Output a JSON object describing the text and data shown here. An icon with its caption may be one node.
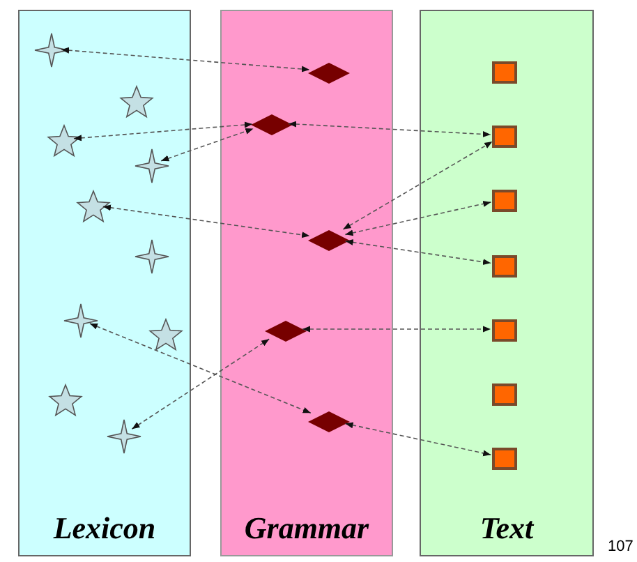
{
  "diagram": {
    "nodes": [
      {
        "text": [
          "Lexicon"
        ]
      },
      {
        "text": [
          "Grammar"
        ]
      },
      {
        "text": [
          "Text"
        ]
      },
      {
        "text": [],
        "shape": "star",
        "in": 0
      },
      {
        "text": [],
        "shape": "star",
        "in": 0
      },
      {
        "text": [],
        "shape": "star",
        "in": 0
      },
      {
        "text": [],
        "shape": "star",
        "in": 0
      },
      {
        "text": [],
        "shape": "star",
        "in": 0
      },
      {
        "text": [],
        "shape": "star",
        "in": 0
      },
      {
        "text": [],
        "shape": "star",
        "in": 0
      },
      {
        "text": [],
        "shape": "star",
        "in": 0
      },
      {
        "text": [],
        "shape": "star",
        "in": 0
      },
      {
        "text": [],
        "shape": "star",
        "in": 0
      },
      {
        "text": [],
        "shape": "diamond",
        "in": 1
      },
      {
        "text": [],
        "shape": "diamond",
        "in": 1
      },
      {
        "text": [],
        "shape": "diamond",
        "in": 1
      },
      {
        "text": [],
        "shape": "diamond",
        "in": 1
      },
      {
        "text": [],
        "shape": "diamond",
        "in": 1
      },
      {
        "text": [],
        "shape": "box",
        "in": 2
      },
      {
        "text": [],
        "shape": "box",
        "in": 2
      },
      {
        "text": [],
        "shape": "box",
        "in": 2
      },
      {
        "text": [],
        "shape": "box",
        "in": 2
      },
      {
        "text": [],
        "shape": "box",
        "in": 2
      },
      {
        "text": [],
        "shape": "box",
        "in": 2
      },
      {
        "text": [],
        "shape": "box",
        "in": 2
      }
    ],
    "edges": [
      {
        "from": 3,
        "to": 13,
        "arrow": "both",
        "style": "dashed"
      },
      {
        "from": 5,
        "to": 14,
        "arrow": "both",
        "style": "dashed"
      },
      {
        "from": 6,
        "to": 14,
        "arrow": "both",
        "style": "dashed"
      },
      {
        "from": 14,
        "to": 19,
        "arrow": "both",
        "style": "dashed"
      },
      {
        "from": 7,
        "to": 15,
        "arrow": "both",
        "style": "dashed"
      },
      {
        "from": 15,
        "to": 19,
        "arrow": "both",
        "style": "dashed"
      },
      {
        "from": 15,
        "to": 20,
        "arrow": "both",
        "style": "dashed"
      },
      {
        "from": 15,
        "to": 21,
        "arrow": "both",
        "style": "dashed"
      },
      {
        "from": 9,
        "to": 17,
        "arrow": "both",
        "style": "dashed"
      },
      {
        "from": 12,
        "to": 16,
        "arrow": "both",
        "style": "dashed"
      },
      {
        "from": 16,
        "to": 22,
        "arrow": "both",
        "style": "dashed"
      },
      {
        "from": 17,
        "to": 24,
        "arrow": "both",
        "style": "dashed"
      }
    ],
    "labels": [
      "107"
    ]
  }
}
